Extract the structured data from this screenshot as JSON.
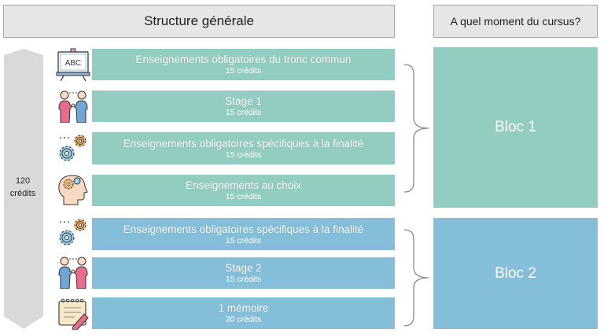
{
  "headers": {
    "structure": "Structure générale",
    "moment": "A quel moment du cursus?"
  },
  "total": {
    "number": "120",
    "unit": "crédits"
  },
  "rows": [
    {
      "title": "Enseignements obligatoires du tronc commun",
      "credits": "15 crédits",
      "icon": "abc-board-icon"
    },
    {
      "title": "Stage 1",
      "credits": "15 crédits",
      "icon": "handshake-icon"
    },
    {
      "title": "Enseignements obligatoires spécifiques à la finalité",
      "credits": "15 crédits",
      "icon": "gears-icon"
    },
    {
      "title": "Enseignements au choix",
      "credits": "15 crédits",
      "icon": "head-gear-icon"
    },
    {
      "title": "Enseignements obligatoires spécifiques à la finalité",
      "credits": "15 crédits",
      "icon": "gears-icon"
    },
    {
      "title": "Stage 2",
      "credits": "15 crédits",
      "icon": "handshake-icon"
    },
    {
      "title": "1 mémoire",
      "credits": "30 crédits",
      "icon": "notebook-pen-icon"
    }
  ],
  "blocs": [
    {
      "label": "Bloc 1",
      "color": "#93ccc1"
    },
    {
      "label": "Bloc 2",
      "color": "#84bed9"
    }
  ],
  "colors": {
    "green": "#93ccc1",
    "blue": "#84bed9",
    "arrow": "#d9d9d9",
    "header_bg": "#e6e6e6"
  }
}
